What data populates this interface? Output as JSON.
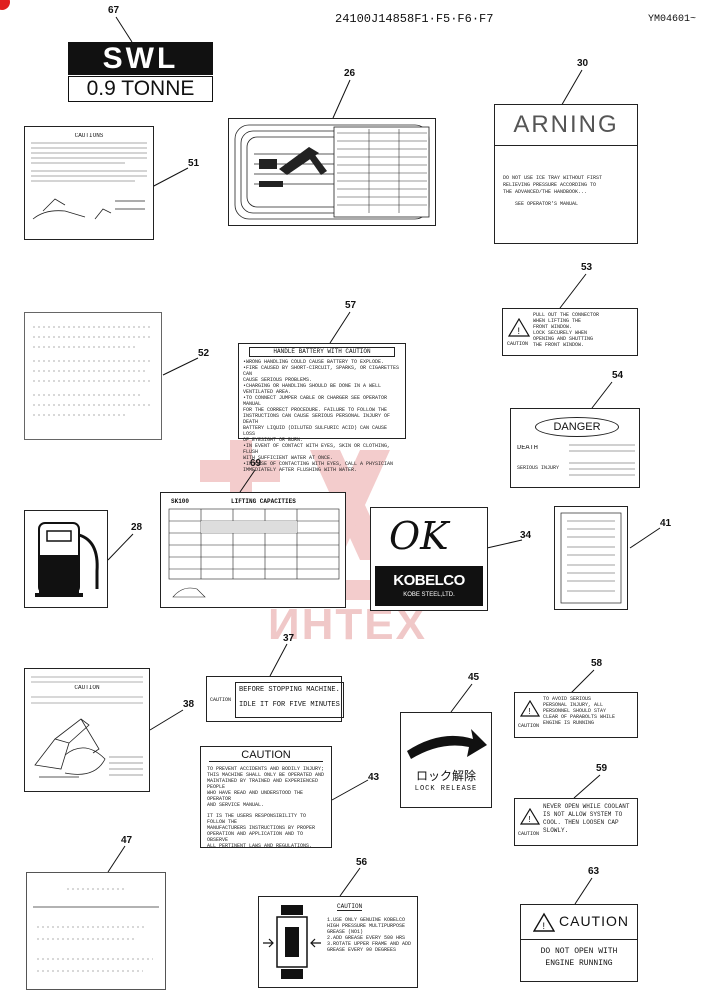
{
  "header": {
    "part_code": "24100J14858F1·F5·F6·F7",
    "serial_range": "YM04601~"
  },
  "watermark": {
    "text": "ИНТЕХ",
    "color": "#f2c6c6"
  },
  "callouts": [
    "67",
    "26",
    "30",
    "51",
    "53",
    "57",
    "52",
    "54",
    "69",
    "28",
    "34",
    "41",
    "37",
    "58",
    "45",
    "38",
    "43",
    "59",
    "47",
    "56",
    "63"
  ],
  "labels": {
    "swl": {
      "line1": "SWL",
      "line2": "0.9 TONNE"
    },
    "l26": {
      "part_no": ""
    },
    "l30": {
      "title": "ARNING",
      "line1": "DO NOT USE ICE TRAY WITHOUT FIRST",
      "line2": "RELIEVING PRESSURE ACCORDING TO",
      "line3": "THE ADVANCED/THE HANDBOOK...",
      "line4": "SEE OPERATOR'S MANUAL"
    },
    "l51": {
      "title": "CAUTIONS"
    },
    "l53": {
      "caution": "CAUTION",
      "lines": [
        "PULL OUT THE CONNECTOR",
        "WHEN LIFTING THE",
        "FRONT WINDOW.",
        "LOCK SECURELY WHEN",
        "OPENING AND SHUTTING",
        "THE FRONT WINDOW."
      ]
    },
    "l57": {
      "title": "HANDLE BATTERY WITH CAUTION",
      "lines": [
        "•WRONG HANDLING COULD CAUSE BATTERY TO EXPLODE.",
        "•FIRE CAUSED BY SHORT-CIRCUIT, SPARKS, OR CIGARETTES CAN",
        " CAUSE SERIOUS PROBLEMS.",
        "•CHARGING OR HANDLING SHOULD BE DONE IN A WELL",
        " VENTILATED AREA.",
        "•TO CONNECT JUMPER CABLE OR CHARGER SEE OPERATOR MANUAL",
        " FOR THE CORRECT PROCEDURE. FAILURE TO FOLLOW THE",
        " INSTRUCTIONS CAN CAUSE SERIOUS PERSONAL INJURY OF DEATH",
        " BATTERY LIQUID (DILUTED SULFURIC ACID) CAN CAUSE LOSS",
        " OF EYESIGHT OR BURN.",
        "•IN EVENT OF CONTACT WITH EYES, SKIN OR CLOTHING, FLUSH",
        " WITH SUFFICIENT WATER AT ONCE.",
        "•IN CASE OF CONTACTING WITH EYES, CALL A PHYSICIAN",
        " IMMEDIATELY AFTER FLUSHING WITH WATER."
      ]
    },
    "l54": {
      "title": "DANGER",
      "side": "DEATH",
      "side2": "SERIOUS INJURY"
    },
    "l69": {
      "model": "SK100",
      "title": "LIFTING CAPACITIES"
    },
    "l34": {
      "script": "OK",
      "brand": "KOBELCO",
      "sub": "KOBE STEEL,LTD."
    },
    "l37": {
      "caution": "CAUTION",
      "line1": "BEFORE STOPPING MACHINE.",
      "line2": "IDLE IT FOR FIVE MINUTES"
    },
    "l58": {
      "caution": "CAUTION",
      "lines": [
        "TO AVOID SERIOUS",
        "PERSONAL INJURY, ALL",
        "PERSONNEL SHOULD STAY",
        "CLEAR OF PARABOLTS WHILE",
        "ENGINE IS RUNNING"
      ]
    },
    "l45": {
      "jp": "ロック解除",
      "en": "LOCK RELEASE"
    },
    "l38": {
      "title": "CAUTION"
    },
    "l43": {
      "title": "CAUTION",
      "para1": [
        "TO PREVENT ACCIDENTS AND BODILY INJURY;",
        "THIS MACHINE SHALL ONLY BE OPERATED AND",
        "MAINTAINED BY TRAINED AND EXPERIENCED PEOPLE",
        "WHO HAVE READ AND UNDERSTOOD THE OPERATOR",
        "AND SERVICE MANUAL."
      ],
      "para2": [
        "IT IS THE USERS RESPONSIBILITY TO FOLLOW THE",
        "MANUFACTURERS INSTRUCTIONS BY PROPER",
        "OPERATION AND APPLICATION AND TO OBSERVE",
        "ALL PERTINENT LAWS AND REGULATIONS."
      ]
    },
    "l59": {
      "caution": "CAUTION",
      "lines": [
        "NEVER OPEN WHILE COOLANT",
        "IS NOT ALLOW SYSTEM TO",
        "COOL. THEN LOOSEN CAP",
        "SLOWLY."
      ]
    },
    "l56": {
      "title": "CAUTION",
      "lines": [
        "1.USE ONLY GENUINE KOBELCO",
        "HIGH PRESSURE MULTIPURPOSE",
        "GREASE (NO1)",
        "2.ADD GREASE EVERY 500 HRS",
        "3.ROTATE UPPER FRAME AND ADD",
        "GREASE EVERY 90 DEGREES"
      ]
    },
    "l63": {
      "title": "CAUTION",
      "line1": "DO NOT OPEN WITH",
      "line2": "ENGINE RUNNING"
    }
  }
}
